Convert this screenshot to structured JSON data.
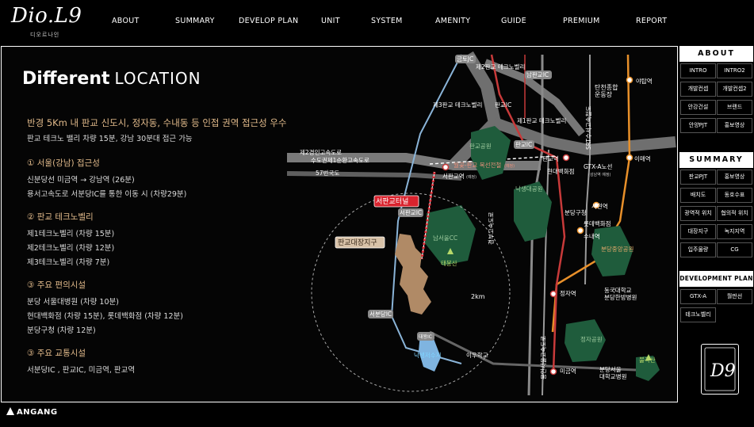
{
  "brand": {
    "logo_main": "Dio.L9",
    "logo_sub": "디오르나인"
  },
  "nav": [
    "ABOUT",
    "SUMMARY",
    "DEVELOP PLAN",
    "UNIT",
    "SYSTEM",
    "AMENITY",
    "GUIDE",
    "PREMIUM",
    "REPORT"
  ],
  "headline": {
    "bold": "Different",
    "normal": "LOCATION"
  },
  "intro": {
    "lead": "반경 5Km 내 판교 신도시, 정자동, 수내동 등 인접 권역 접근성 우수",
    "sub": "판교 테크노 밸리 차량 15분, 강남 30분대 접근 가능"
  },
  "sections": [
    {
      "title": "① 서울(강남) 접근성",
      "items": [
        "신분당선 미금역 → 강남역 (26분)",
        "용서고속도로 서분당IC를 통한 이동 시 (차량29분)"
      ]
    },
    {
      "title": "② 판교 테크노벨리",
      "items": [
        "제1테크노벨리 (차량 15분)",
        "제2테크노벨리 (차량 12분)",
        "제3테크노벨리 (차량 7분)"
      ]
    },
    {
      "title": "③ 주요 편의시설",
      "items": [
        "분당 서울대병원 (차량 10분)",
        "현대백화점 (차량 15분), 롯데백화점 (차량 12분)",
        "분당구청 (차량 12분)"
      ]
    },
    {
      "title": "③ 주요 교통시설",
      "items": [
        "서분당IC , 판교IC, 미금역, 판교역"
      ]
    }
  ],
  "map": {
    "labels": {
      "geumto_ic": "금토JC",
      "tv2": "제2판교 테크노벨리",
      "nampangyo_ic": "남판교IC",
      "tv3": "제3판교 테크노벨리",
      "pangyo_ic_top": "판교IC",
      "tv1": "제1판교 테크노벨리",
      "tancheon": "탄천종합\n운동장",
      "yatap": "야탑역",
      "srt": "SRT수서고속철도",
      "pangyo_park": "판교공원",
      "pangyo_ic": "판교IC",
      "pangyo_stn": "판교역",
      "hyundai": "현대백화점",
      "gtx_a_line": "GTX-A노선",
      "gtx_a_note": "(성남역 예정)",
      "imae": "이매역",
      "ring2": "제2경인고속도로",
      "capital_ring": "수도권제1순환고속도로",
      "route57": "57번국도",
      "wolgot": "월곶-판교 복선전철",
      "wolgot_note": "(예정)",
      "seopangyo_stn": "서판교역",
      "seopangyo_note": "(예정)",
      "nakseng_park": "낙생대공원",
      "seopangyo_tunnel": "서판교터널",
      "seohyeon": "서현역",
      "bundang_office": "분당구청",
      "lotte": "롯데백화점",
      "seopangyo_ic": "서판교IC",
      "namseoul_cc": "남서울CC",
      "sunae": "수내역",
      "gyeongbu": "경부고속도로",
      "bundang_central_park": "분당중앙공원",
      "daejang": "판교대장지구",
      "taebong": "태봉산",
      "distance": "2km",
      "jeongja": "정자역",
      "dongguk": "동국대학교\n분당한방병원",
      "yongseo": "용인서울고속도로",
      "seobundang_ic": "서분당IC",
      "daewang_ic": "대왕IC",
      "nakseng_res": "낙생저수지",
      "iwoo": "이우학교",
      "jeongja_park": "정자공원",
      "bulgok": "불곡산",
      "migeum": "미금역",
      "snuh": "분당서울\n대학교병원"
    }
  },
  "sidebar": {
    "about": {
      "title": "ABOUT",
      "buttons": [
        "INTRO",
        "INTRO2",
        "개발컨셉",
        "개발컨셉2",
        "안강건설",
        "브랜드",
        "안양PJT",
        "홍보영상"
      ]
    },
    "summary": {
      "title": "SUMMARY",
      "buttons": [
        "판교PJT",
        "홍보영상",
        "배치도",
        "동호수표",
        "광역적 위치",
        "협의적 위치",
        "대장지구",
        "녹지지역",
        "입주물량",
        "CG"
      ]
    },
    "develop": {
      "title": "DEVELOPMENT PLAN",
      "buttons": [
        "GTX-A",
        "월판선",
        "테크노벨리"
      ]
    }
  },
  "badge": "D9",
  "footer": {
    "company": "ANGANG"
  },
  "colors": {
    "accent": "#e0b98a",
    "tunnel_red": "#d9232e",
    "park_green": "#1f5c3c",
    "district_tan": "#b08a66",
    "subway_orange": "#e8902a",
    "subway_red": "#c83a3a"
  }
}
